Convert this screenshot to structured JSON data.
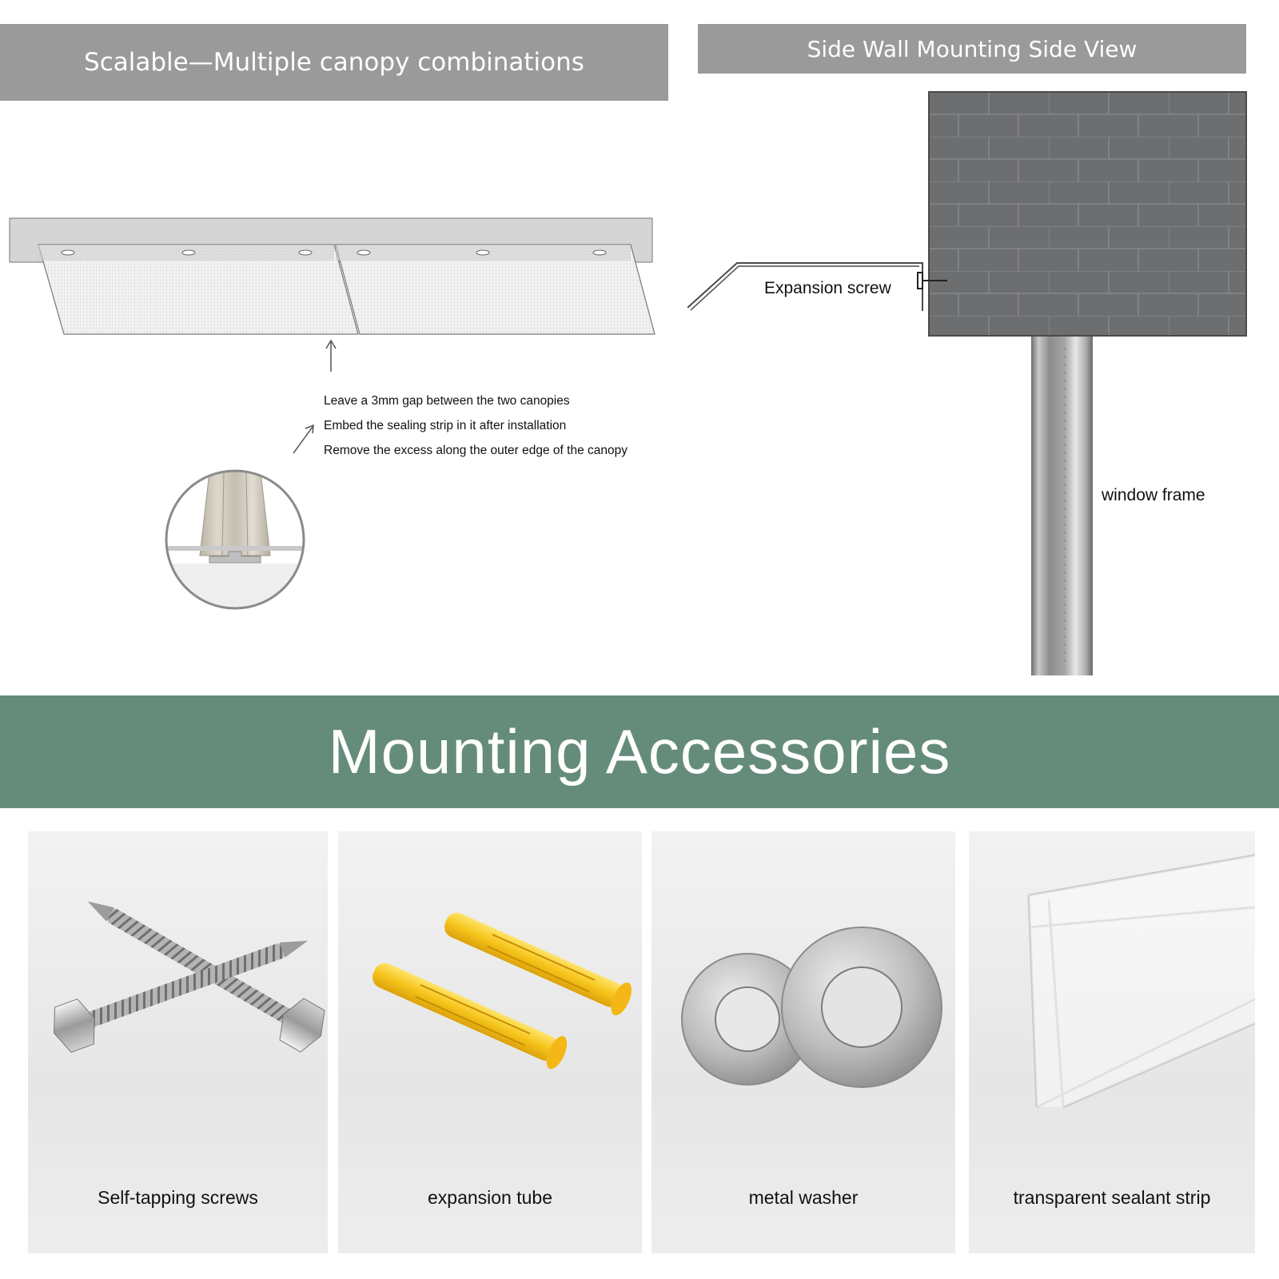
{
  "top_left": {
    "banner_title": "Scalable—Multiple canopy combinations",
    "notes": [
      "Leave a 3mm gap between the two canopies",
      "Embed the sealing strip in it after installation",
      "Remove the excess along the outer edge of the canopy"
    ]
  },
  "top_right": {
    "banner_title": "Side Wall Mounting Side View",
    "expansion_screw_label": "Expansion screw",
    "window_frame_label": "window frame"
  },
  "section": {
    "title": "Mounting Accessories"
  },
  "accessories": [
    {
      "label": "Self-tapping screws"
    },
    {
      "label": "expansion tube"
    },
    {
      "label": "metal washer"
    },
    {
      "label": "transparent sealant strip"
    }
  ],
  "colors": {
    "banner_grey": "#9a9a9a",
    "section_green": "#658c7b",
    "wall_grey": "#6d6e70",
    "plug_yellow": "#f6c51c"
  }
}
